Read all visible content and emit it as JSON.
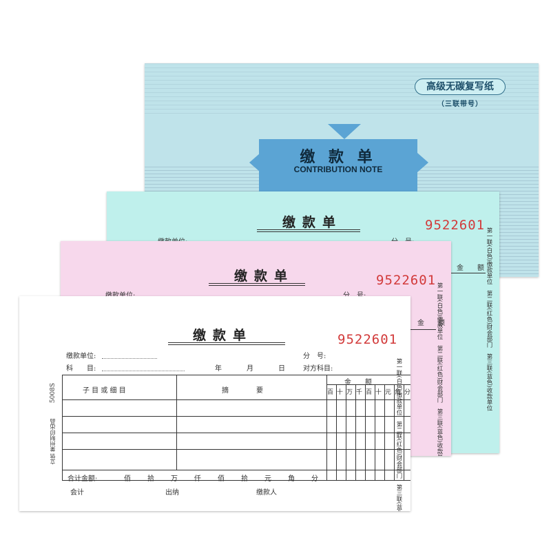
{
  "cover": {
    "badge": "高级无碳复写纸",
    "badge_sub": "（三联带号）",
    "title": "缴 款 单",
    "subtitle": "CONTRIBUTION NOTE"
  },
  "form": {
    "title": "缴款单",
    "serial": "9522601",
    "payer_label": "缴款单位:",
    "branch_label": "分　号:",
    "subject_label": "科　　目:",
    "date_labels": {
      "year": "年",
      "month": "月",
      "day": "日"
    },
    "counter_account_label": "对方科目:",
    "col_item": "子 目 或 细 目",
    "col_summary": "摘　　　　要",
    "col_amount": "金　　额",
    "digit_headers": [
      "百",
      "十",
      "万",
      "千",
      "百",
      "十",
      "元",
      "角",
      "分"
    ],
    "total_label": "合计金额:",
    "total_units": [
      "佰",
      "拾",
      "万",
      "仟",
      "佰",
      "拾",
      "元",
      "角",
      "分"
    ],
    "sign_accountant": "会计",
    "sign_cashier": "出纳",
    "sign_payer": "缴款人",
    "side_copies": "第一联(白色)缴款单位　第二联(红色)财会部门　第三联(蓝色)收款单位",
    "product_code": "5008S",
    "brand_text": "立信 莱州制印出品"
  },
  "colors": {
    "cover": "#bfe3ea",
    "sheet_blue": "#bff0ec",
    "sheet_pink": "#f7d8ec",
    "sheet_white": "#ffffff",
    "serial_red": "#d23a3a",
    "cover_box_blue": "#5ba4d4"
  }
}
